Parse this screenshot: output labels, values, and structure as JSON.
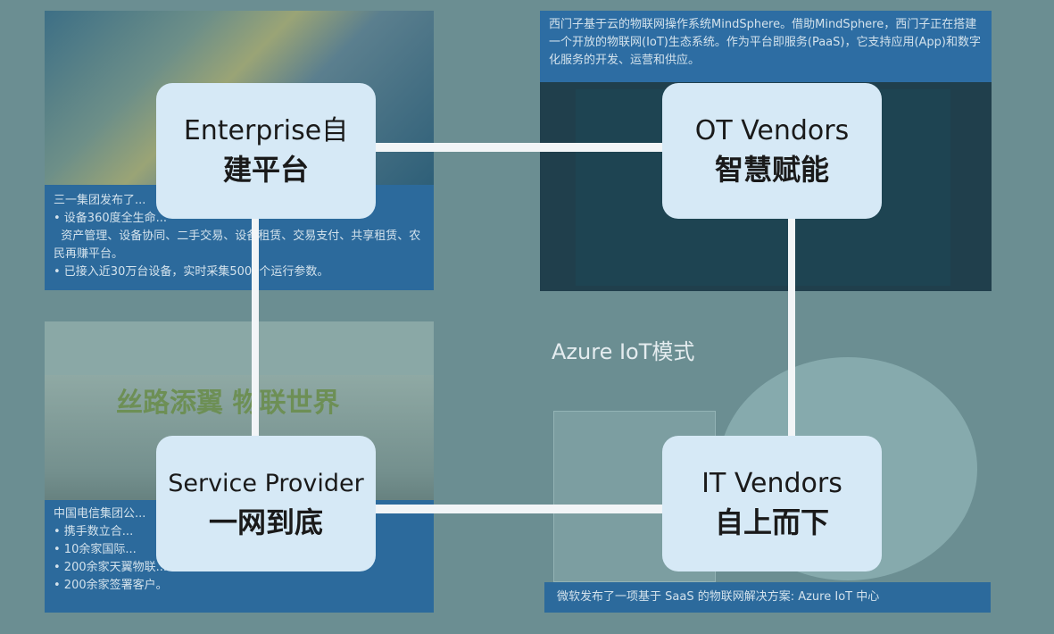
{
  "nodes": {
    "enterprise": {
      "line1": "Enterprise自",
      "line2": "建平台"
    },
    "ot_vendors": {
      "line1": "OT Vendors",
      "line2": "智慧赋能"
    },
    "service_provider": {
      "line1": "Service Provider",
      "line2": "一网到底"
    },
    "it_vendors": {
      "line1": "IT Vendors",
      "line2": "自上而下"
    }
  },
  "panels": {
    "top_right_caption": "西门子基于云的物联网操作系统MindSphere。借助MindSphere，西门子正在搭建一个开放的物联网(IoT)生态系统。作为平台即服务(PaaS)，它支持应用(App)和数字化服务的开发、运营和供应。",
    "top_left_caption": "三一集团发布了...\n• 设备360度全生命...\n  资产管理、设备协同、二手交易、设备租赁、交易支付、共享租赁、农民再赚平台。\n• 已接入近30万台设备，实时采集5000个运行参数。",
    "bottom_left_slogan": "丝路添翼 物联世界",
    "bottom_left_caption": "中国电信集团公...\n• 携手数立合...\n• 10余家国际...\n• 200余家天翼物联...\n• 200余家签署客户。",
    "bottom_right_title": "Azure IoT模式",
    "bottom_right_caption": "微软发布了一项基于 SaaS 的物联网解决方案: Azure IoT 中心"
  }
}
